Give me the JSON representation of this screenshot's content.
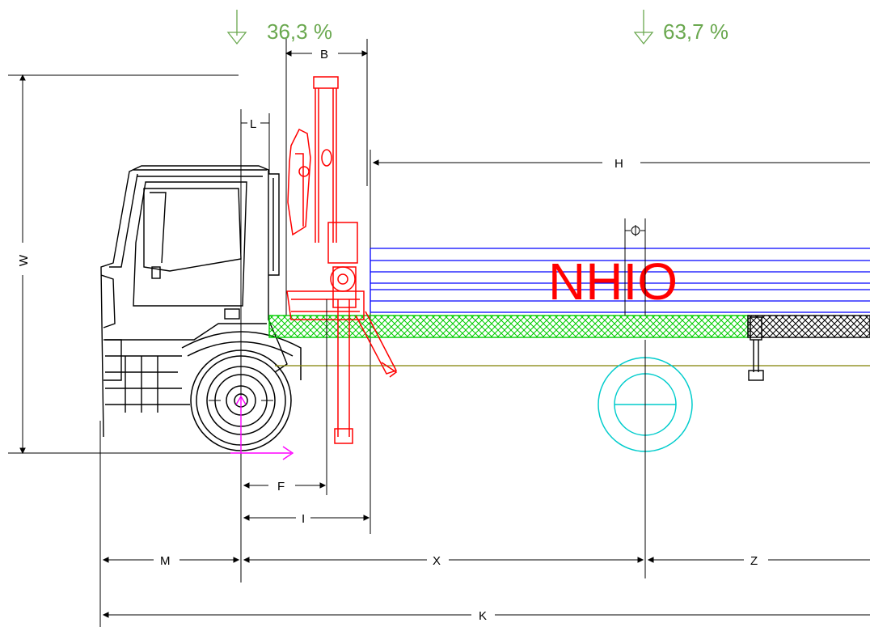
{
  "load_distribution": {
    "front_axle_percent": "36,3 %",
    "rear_axle_percent": "63,7 %"
  },
  "dimension_labels": {
    "B": "B",
    "L": "L",
    "H": "H",
    "W": "W",
    "F": "F",
    "I": "I",
    "M": "M",
    "X": "X",
    "Z": "Z",
    "K": "K"
  },
  "crane_brand": "NHIO",
  "colors": {
    "truck": "#000000",
    "crane": "#ff0000",
    "body_lines": "#0000ff",
    "subframe": "#00cc00",
    "wheel": "#00cccc",
    "chassis_line": "#808000",
    "axis_marker": "#ff00ff",
    "load_arrow": "#6aa84f"
  }
}
